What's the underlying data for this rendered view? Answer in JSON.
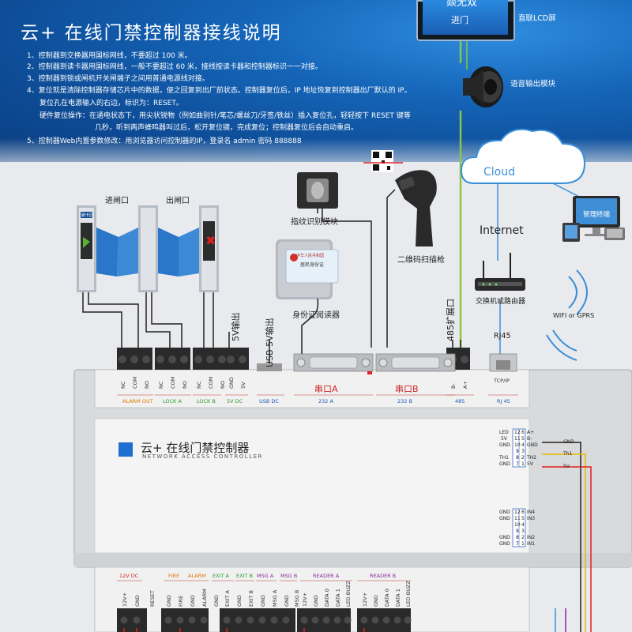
{
  "header": {
    "title": "云+ 在线门禁控制器接线说明",
    "notes": [
      "1、控制器到交换器用国标网线，不要超过 100 米。",
      "2、控制器到读卡器用国标网线，一般不要超过 60 米，接线按读卡器和控制器标识一一对接。",
      "3、控制器到锁或闸机开关闸端子之间用普通电源线对接。",
      "4、复位就是清除控制器存储芯片中的数据，使之回复到出厂前状态。控制器复位后，IP 地址恢复到控制器出厂默认的 IP。",
      "复位孔在电源输入的右边，标识为：RESET。",
      "硬件复位操作：在通电状态下，用尖状锐物（例如曲别针/笔芯/螺丝刀/牙签/铁丝）插入复位孔，轻轻按下 RESET 键等",
      "几秒，听到两声蜂鸣器叫过后，松开复位键，完成复位；控制器复位后会自动重启。",
      "5、控制器Web内置参数修改：用浏览器访问控制器的IP，登录名 admin  密码 888888"
    ]
  },
  "devices": {
    "lcd_text_top": "燚无双",
    "lcd_text": "进门",
    "lcd_label": "直联LCD屏",
    "speaker_label": "语音输出模块",
    "cloud_label": "Cloud",
    "internet_label": "Internet",
    "terminal_screen": "管理终端",
    "terminal_label": "管理终端",
    "router_label": "交换机或路由器",
    "rj45_label": "RJ45",
    "wifi_label": "WIFI or GPRS",
    "fingerprint_label": "指纹识别模块",
    "qr_label": "二维码扫描枪",
    "id_reader_label": "身份证阅读器",
    "id_card_title": "中华人民共和国",
    "id_card_sub": "居民身份证",
    "gate_in_label": "进闸口",
    "gate_out_label": "出闸口",
    "gate_sign": "刷卡区",
    "out_5v_label": "5V输出",
    "usb_label": "USB 5V输出",
    "ext485_label": "485扩展口"
  },
  "controller": {
    "top_terminals": [
      "NC",
      "COM",
      "NO",
      "NC",
      "COM",
      "NO",
      "NC",
      "COM",
      "NO",
      "GND",
      "5V",
      "",
      "",
      "B-",
      "A+"
    ],
    "top_groups": {
      "alarm_out": "ALARM OUT",
      "lock_a": "LOCK A",
      "lock_b": "LOCK B",
      "dc5v": "5V DC",
      "usb_dc": "USB DC",
      "port_a_cn": "串口A",
      "port_b_cn": "串口B",
      "port_a": "232  A",
      "port_b": "232  B",
      "rs485": "485",
      "rj45": "RJ 45",
      "tcpip": "TCP/IP"
    },
    "brand": "云+ 在线门禁控制器",
    "brand_en": "NETWORK ACCESS CONTROLLER",
    "right_pins_top": [
      {
        "left": "LED",
        "n1": "12",
        "n2": "6",
        "right": "A+"
      },
      {
        "left": "5V",
        "n1": "11",
        "n2": "5",
        "right": "B-"
      },
      {
        "left": "GND",
        "n1": "10",
        "n2": "4",
        "right": "GND"
      },
      {
        "left": "",
        "n1": "9",
        "n2": "3",
        "right": ""
      },
      {
        "left": "TH1",
        "n1": "8",
        "n2": "2",
        "right": "TH2"
      },
      {
        "left": "GND",
        "n1": "7",
        "n2": "1",
        "right": "5V"
      }
    ],
    "right_pins_bottom": [
      {
        "left": "GND",
        "n1": "12",
        "n2": "6",
        "right": "IN4"
      },
      {
        "left": "GND",
        "n1": "11",
        "n2": "5",
        "right": "IN3"
      },
      {
        "left": "",
        "n1": "10",
        "n2": "4",
        "right": ""
      },
      {
        "left": "",
        "n1": "9",
        "n2": "3",
        "right": ""
      },
      {
        "left": "GND",
        "n1": "8",
        "n2": "2",
        "right": "IN2"
      },
      {
        "left": "GND",
        "n1": "7",
        "n2": "1",
        "right": "IN1"
      }
    ],
    "side_wires": [
      "GND",
      "Th1",
      "5V"
    ],
    "bottom_groups": {
      "dc12": "12V  DC",
      "fire": "FIRE",
      "alarm": "ALARM",
      "exit_a": "EXIT  A",
      "exit_b": "EXIT  B",
      "msg_a": "MSG  A",
      "msg_b": "MSG B",
      "reader_a": "READER  A",
      "reader_b": "READER  B"
    },
    "bottom_terminals": [
      "12V+",
      "GND",
      "RESET",
      "GND",
      "FIRE",
      "GND",
      "ALARM",
      "GND",
      "EXIT A",
      "GND",
      "EXIT B",
      "GND",
      "MSG A",
      "GND",
      "MSG B",
      "12V+",
      "GND",
      "DATA 0",
      "DATA 1",
      "LED BUZZ",
      "12V+",
      "GND",
      "DATA 0",
      "DATA 1",
      "LED BUZZ"
    ]
  },
  "colors": {
    "banner": "#1565b8",
    "wire_green": "#8dc63f",
    "wire_black": "#222222",
    "accent_red": "#e02020"
  }
}
